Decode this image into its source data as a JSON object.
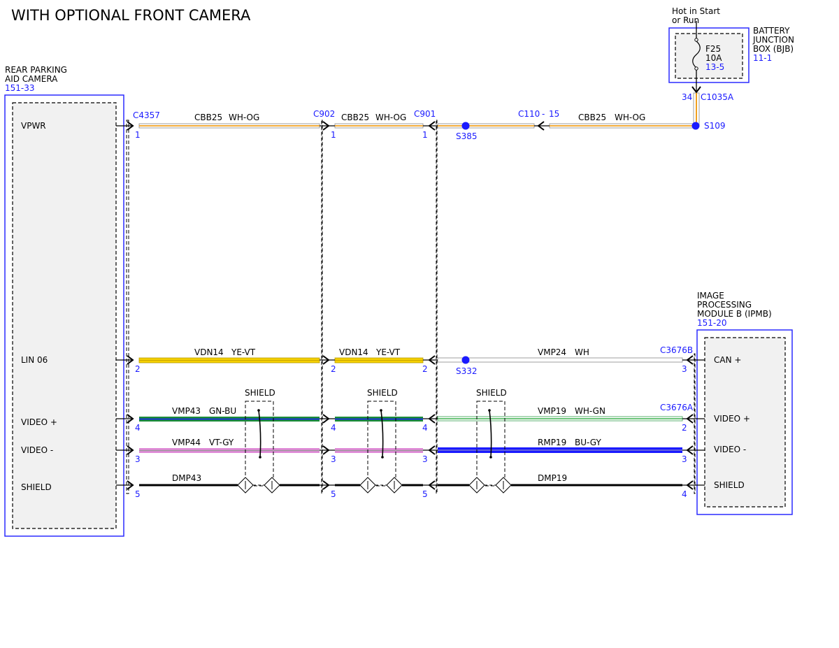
{
  "title": "WITH OPTIONAL FRONT CAMERA",
  "power": {
    "hot_label_1": "Hot in Start",
    "hot_label_2": "or Run",
    "fuse": "F25",
    "amps": "10A",
    "fuse_ref": "13-5",
    "pin": "34",
    "connector": "C1035A"
  },
  "bjb": {
    "l1": "BATTERY",
    "l2": "JUNCTION",
    "l3": "BOX (BJB)",
    "ref": "11-1"
  },
  "camera": {
    "l1": "REAR PARKING",
    "l2": "AID CAMERA",
    "ref": "151-33",
    "pins": [
      "VPWR",
      "LIN 06",
      "VIDEO +",
      "VIDEO -",
      "SHIELD"
    ]
  },
  "ipmb": {
    "l1": "IMAGE",
    "l2": "PROCESSING",
    "l3": "MODULE B (IPMB)",
    "ref": "151-20",
    "pins": [
      "CAN +",
      "VIDEO +",
      "VIDEO -",
      "SHIELD"
    ]
  },
  "connectors": {
    "c4357": "C4357",
    "c902": "C902",
    "c901": "C901",
    "c110": "C110",
    "c110_dash": "-",
    "c110_pin": "15",
    "c3676b": "C3676B",
    "c3676a": "C3676A"
  },
  "splices": {
    "s385": "S385",
    "s109": "S109",
    "s332": "S332"
  },
  "shield_label": "SHIELD",
  "wires": {
    "vpwr_a": {
      "circuit": "CBB25",
      "color": "WH-OG"
    },
    "vpwr_b": {
      "circuit": "CBB25",
      "color": "WH-OG"
    },
    "vpwr_c": {
      "circuit": "CBB25",
      "color": "WH-OG"
    },
    "lin_a": {
      "circuit": "VDN14",
      "color": "YE-VT"
    },
    "lin_b": {
      "circuit": "VDN14",
      "color": "YE-VT"
    },
    "can_c": {
      "circuit": "VMP24",
      "color": "WH"
    },
    "vp_a": {
      "circuit": "VMP43",
      "color": "GN-BU"
    },
    "vp_c": {
      "circuit": "VMP19",
      "color": "WH-GN"
    },
    "vm_a": {
      "circuit": "VMP44",
      "color": "VT-GY"
    },
    "vm_c": {
      "circuit": "RMP19",
      "color": "BU-GY"
    },
    "sh_a": {
      "circuit": "DMP43"
    },
    "sh_c": {
      "circuit": "DMP19"
    }
  },
  "pin_numbers": {
    "c4357": [
      "1",
      "2",
      "4",
      "3",
      "5"
    ],
    "c902": [
      "1",
      "2",
      "4",
      "3",
      "5"
    ],
    "c901": [
      "1",
      "2",
      "4",
      "3",
      "5"
    ],
    "c3676": [
      "3",
      "2",
      "3",
      "4"
    ]
  },
  "wire_colors": {
    "white": "#ffffff",
    "orange": "#f0a020",
    "yellow": "#f5d000",
    "violet": "#9a30c8",
    "green": "#1a8a3a",
    "blue": "#1a1aff",
    "gray": "#9a9a9a",
    "pink": "#e08ad8",
    "black": "#000000"
  }
}
